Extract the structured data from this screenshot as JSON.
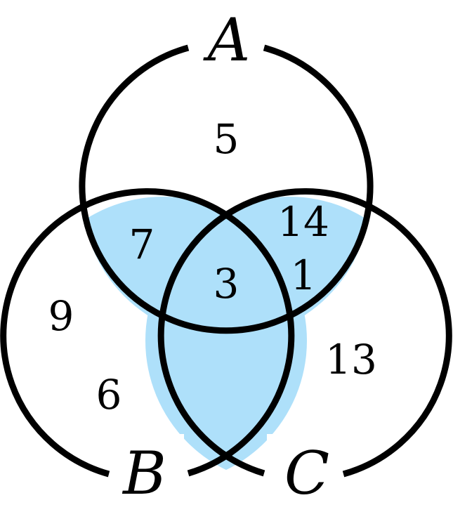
{
  "diagram": {
    "type": "venn",
    "sets": [
      {
        "id": "A",
        "label": "A"
      },
      {
        "id": "B",
        "label": "B"
      },
      {
        "id": "C",
        "label": "C"
      }
    ],
    "regions": {
      "a_only": "5",
      "ab_only": "7",
      "abc": "3",
      "ac_only_1": "14",
      "ac_only_2": "1",
      "b_only_1": "9",
      "b_only_2": "6",
      "c_only": "13"
    },
    "colors": {
      "highlight": "#aee0fa",
      "stroke": "#000000",
      "background": "#ffffff"
    },
    "shaded_regions": [
      "A∩B",
      "A∩C",
      "B∩C"
    ]
  }
}
